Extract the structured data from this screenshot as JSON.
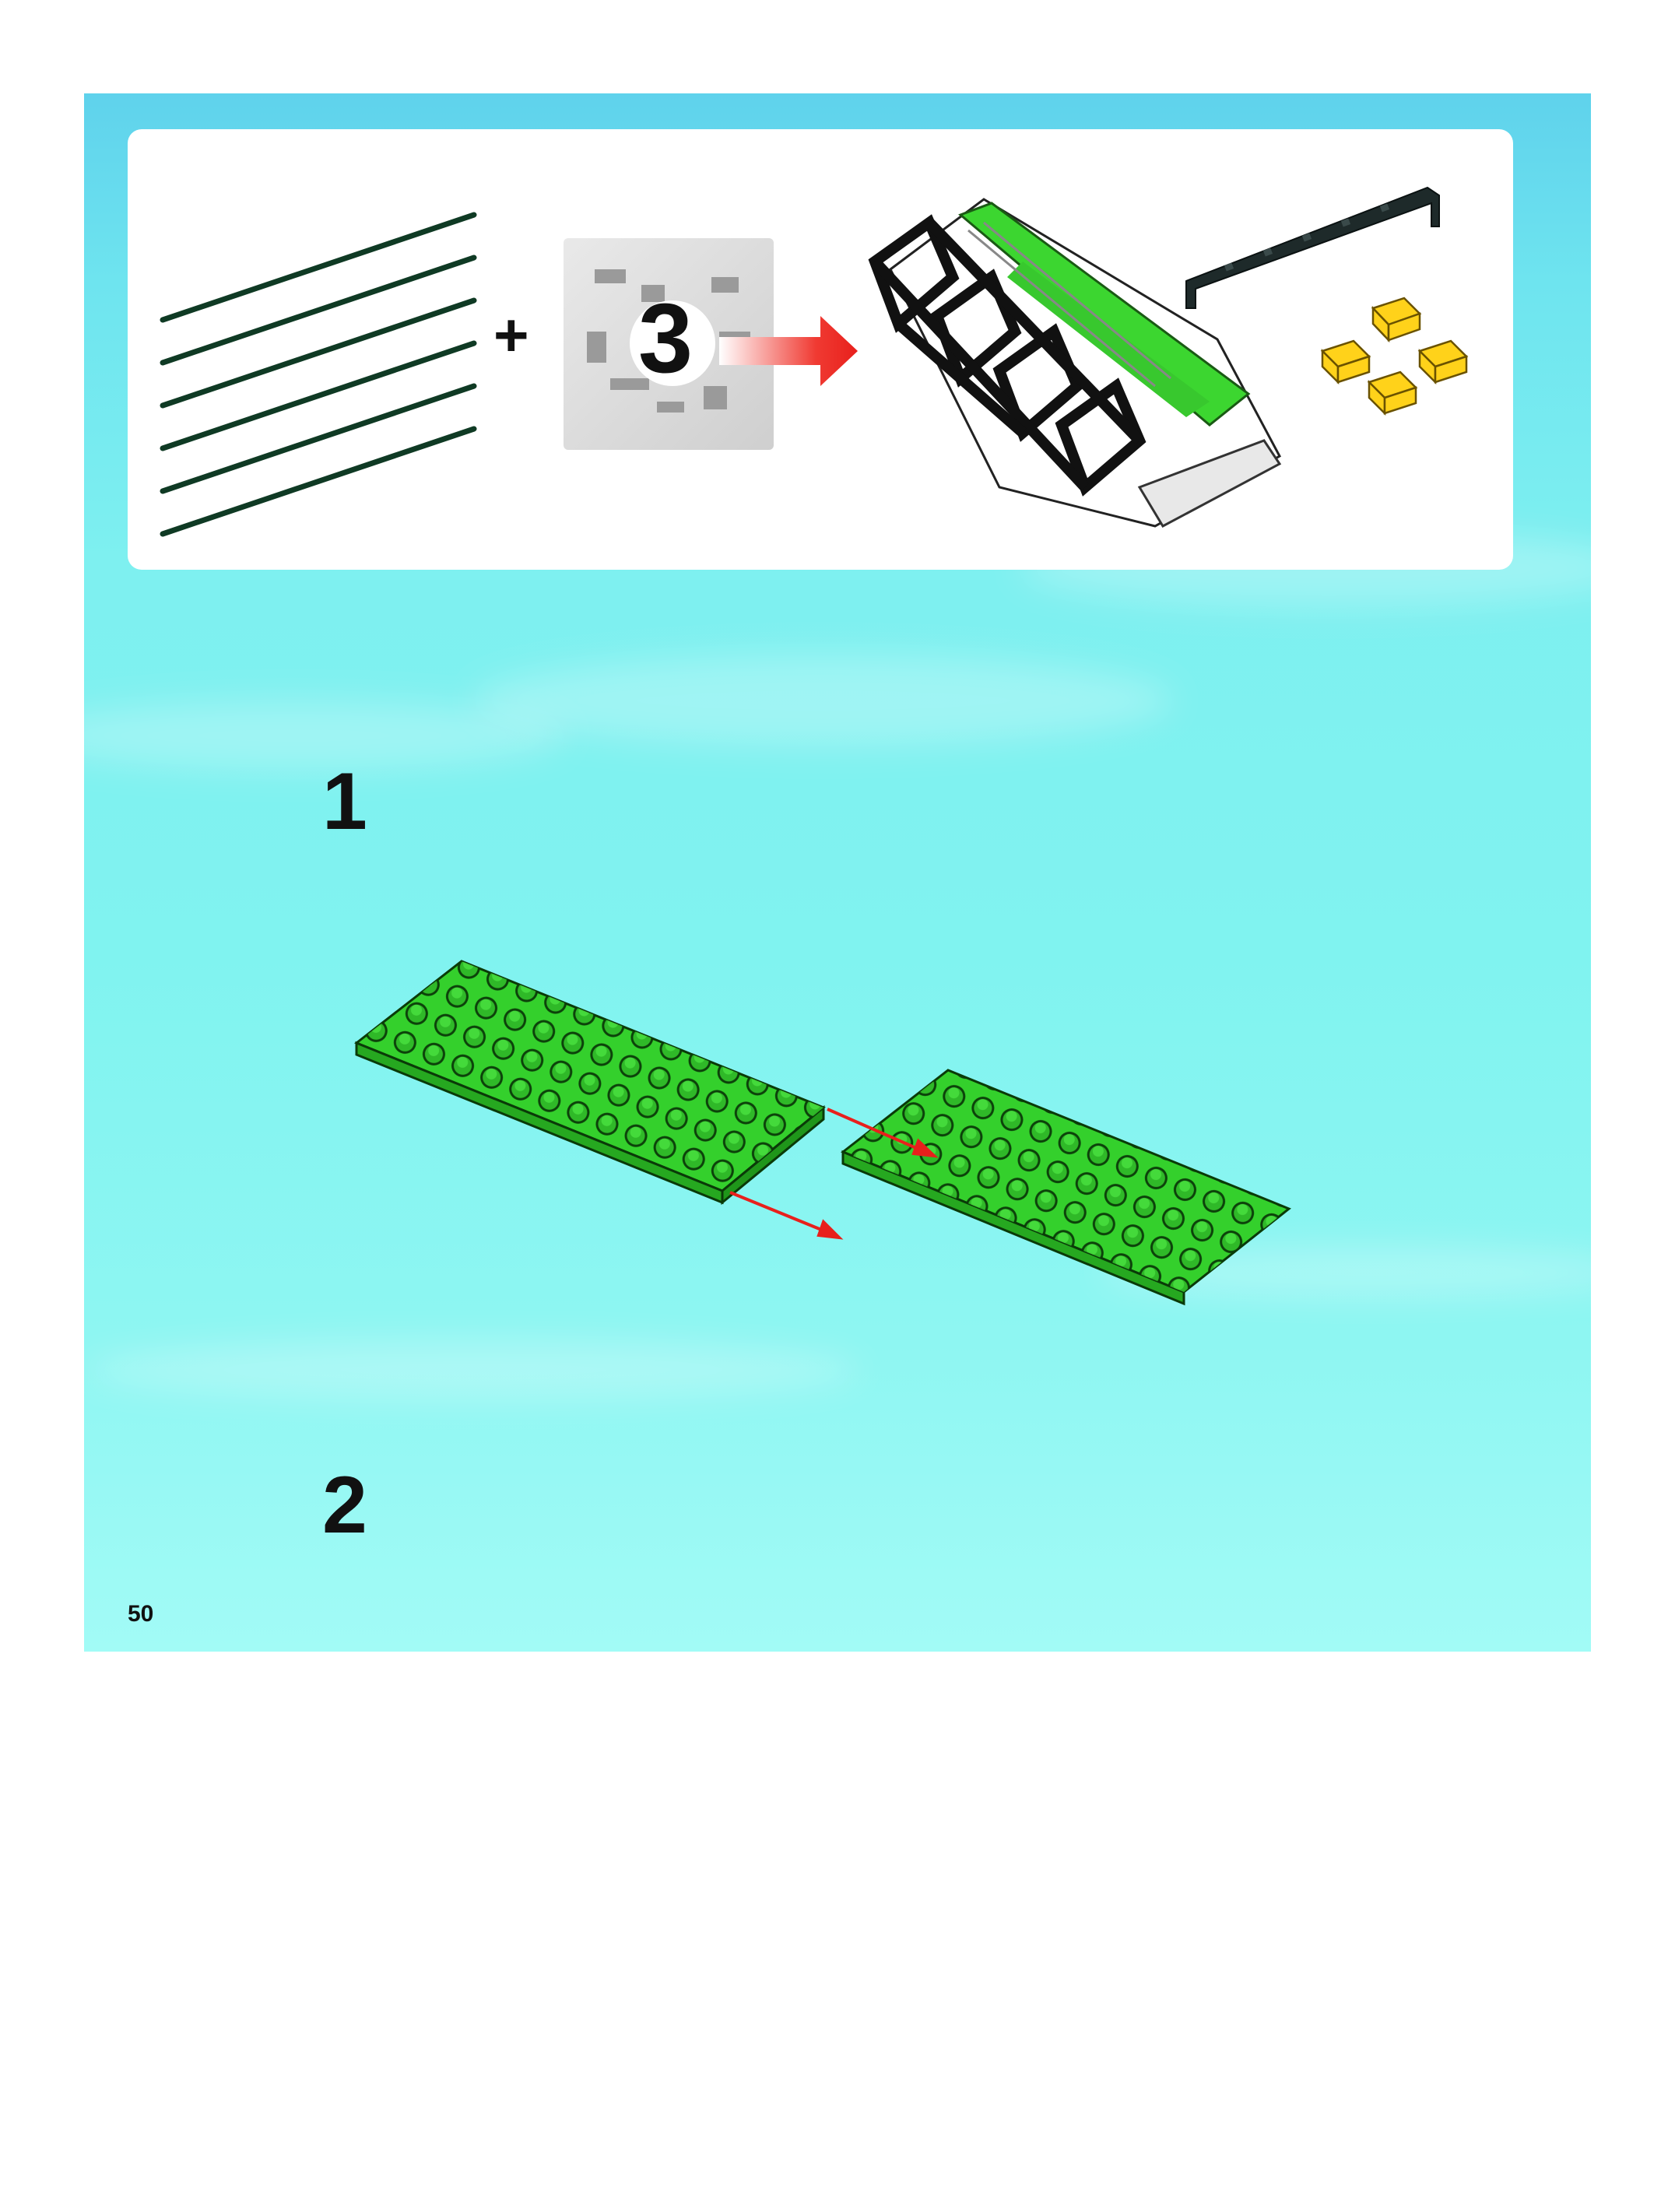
{
  "panel": {
    "plus_symbol": "+",
    "bag_number": "3",
    "icons": [
      "rods-icon",
      "parts-bag-icon",
      "arrow-right-icon",
      "harvester-header-assembly-icon",
      "bar-icon",
      "yellow-bricks-icon"
    ]
  },
  "steps": [
    {
      "number": "1"
    },
    {
      "number": "2"
    }
  ],
  "page_number": "50",
  "colors": {
    "lego_green": "#34d02c",
    "lego_yellow": "#ffd21a",
    "arrow_red": "#e8201c",
    "background_cyan": "#80f0f0"
  }
}
